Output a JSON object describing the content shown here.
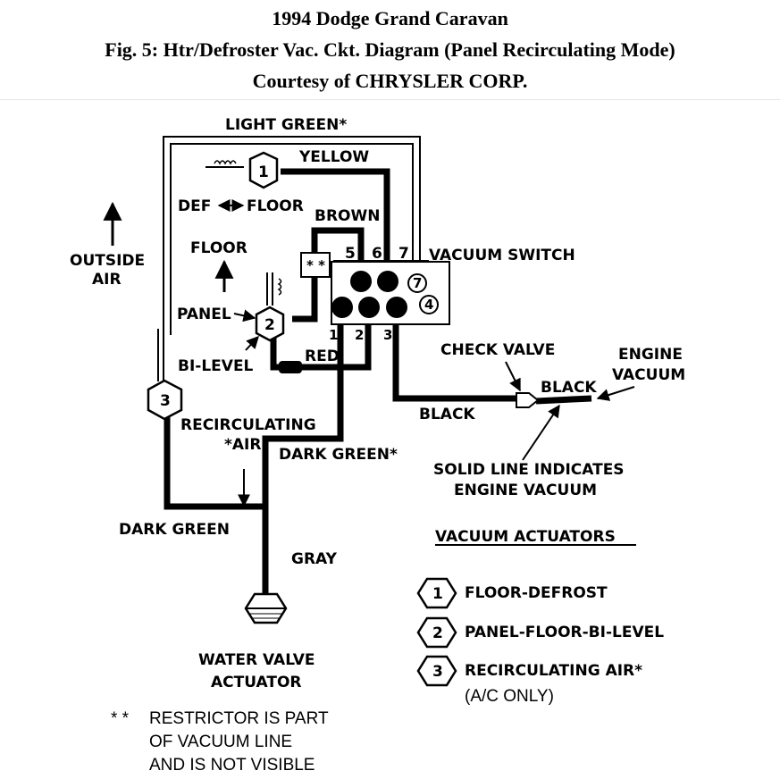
{
  "header": {
    "line1": "1994 Dodge Grand Caravan",
    "line2": "Fig. 5: Htr/Defroster Vac. Ckt. Diagram (Panel Recirculating Mode)",
    "line3": "Courtesy of CHRYSLER CORP."
  },
  "wires": {
    "light_green": "LIGHT GREEN*",
    "yellow": "YELLOW",
    "brown": "BROWN",
    "red": "RED",
    "black_left": "BLACK",
    "black_right": "BLACK",
    "dark_green_star": "DARK GREEN*",
    "dark_green": "DARK GREEN",
    "gray": "GRAY"
  },
  "labels": {
    "def_floor_def": "DEF",
    "def_floor_floor": "FLOOR",
    "outside_air_1": "OUTSIDE",
    "outside_air_2": "AIR",
    "floor": "FLOOR",
    "panel": "PANEL",
    "bi_level": "BI-LEVEL",
    "recirc_1": "RECIRCULATING",
    "recirc_2": "*AIR",
    "vacuum_switch": "VACUUM SWITCH",
    "check_valve": "CHECK VALVE",
    "engine_vacuum_1": "ENGINE",
    "engine_vacuum_2": "VACUUM",
    "solid_line_1": "SOLID LINE INDICATES",
    "solid_line_2": "ENGINE VACUUM",
    "water_valve_1": "WATER VALVE",
    "water_valve_2": "ACTUATOR",
    "restrictor_marker": "* *",
    "restrictor_box": "* *"
  },
  "switch_ports": {
    "top": [
      "5",
      "6",
      "7"
    ],
    "bottom": [
      "1",
      "2",
      "3"
    ],
    "ring_7": "7",
    "ring_4": "4"
  },
  "actuators": {
    "a1": "1",
    "a2": "2",
    "a3": "3"
  },
  "legend": {
    "title": "VACUUM ACTUATORS",
    "items": [
      {
        "num": "1",
        "label": "FLOOR-DEFROST"
      },
      {
        "num": "2",
        "label": "PANEL-FLOOR-BI-LEVEL"
      },
      {
        "num": "3",
        "label": "RECIRCULATING AIR*"
      }
    ],
    "note": "(A/C ONLY)"
  },
  "footnote": {
    "marker": "* *",
    "line1": "RESTRICTOR IS PART",
    "line2": "OF VACUUM LINE",
    "line3": "AND IS NOT VISIBLE"
  }
}
